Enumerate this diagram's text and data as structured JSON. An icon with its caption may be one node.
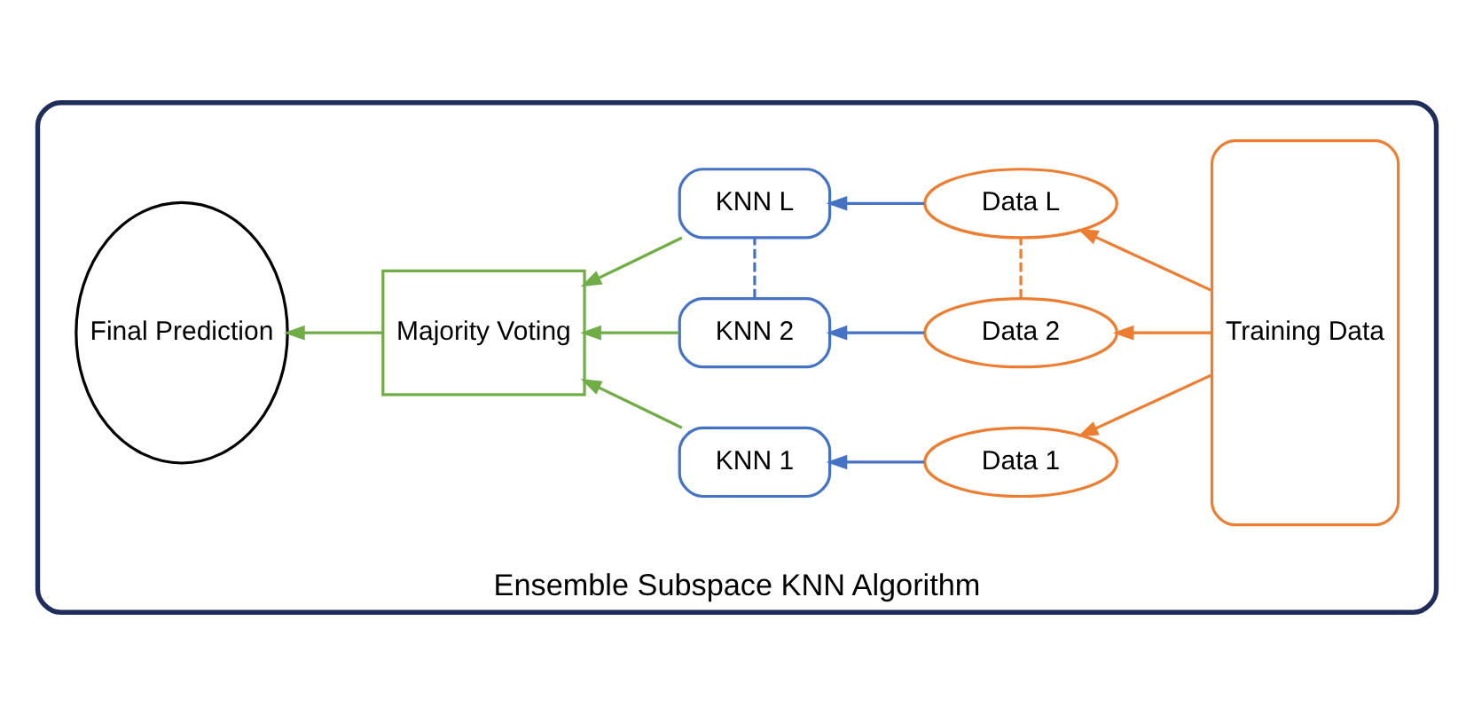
{
  "diagram": {
    "nodes": [
      {
        "text": [
          "Ensemble Subspace KNN Algorithm"
        ]
      },
      {
        "text": [
          "Final Prediction"
        ],
        "in": 0
      },
      {
        "text": [
          "Majority Voting"
        ],
        "in": 0
      },
      {
        "text": [
          "KNN 1"
        ],
        "in": 0
      },
      {
        "text": [
          "KNN 2"
        ],
        "in": 0
      },
      {
        "text": [
          "KNN L"
        ],
        "in": 0
      },
      {
        "text": [
          "Data 1"
        ],
        "in": 0
      },
      {
        "text": [
          "Data 2"
        ],
        "in": 0
      },
      {
        "text": [
          "Data L"
        ],
        "in": 0
      },
      {
        "text": [
          "Training Data"
        ],
        "in": 0
      }
    ],
    "edges": [
      {
        "from": 9,
        "to": 6,
        "arrow": "to",
        "color": "#ed7d31"
      },
      {
        "from": 9,
        "to": 7,
        "arrow": "to",
        "color": "#ed7d31"
      },
      {
        "from": 9,
        "to": 8,
        "arrow": "to",
        "color": "#ed7d31"
      },
      {
        "from": 6,
        "to": 3,
        "arrow": "to",
        "color": "#4472c4"
      },
      {
        "from": 7,
        "to": 4,
        "arrow": "to",
        "color": "#4472c4"
      },
      {
        "from": 8,
        "to": 5,
        "arrow": "to",
        "color": "#4472c4"
      },
      {
        "from": 3,
        "to": 2,
        "arrow": "to",
        "color": "#70ad47"
      },
      {
        "from": 4,
        "to": 2,
        "arrow": "to",
        "color": "#70ad47"
      },
      {
        "from": 5,
        "to": 2,
        "arrow": "to",
        "color": "#70ad47"
      },
      {
        "from": 2,
        "to": 1,
        "arrow": "to",
        "color": "#70ad47"
      },
      {
        "from": 4,
        "to": 5,
        "arrow": "none",
        "style": "dashed",
        "color": "#4472c4"
      },
      {
        "from": 7,
        "to": 8,
        "arrow": "none",
        "style": "dashed",
        "color": "#ed7d31"
      }
    ]
  }
}
